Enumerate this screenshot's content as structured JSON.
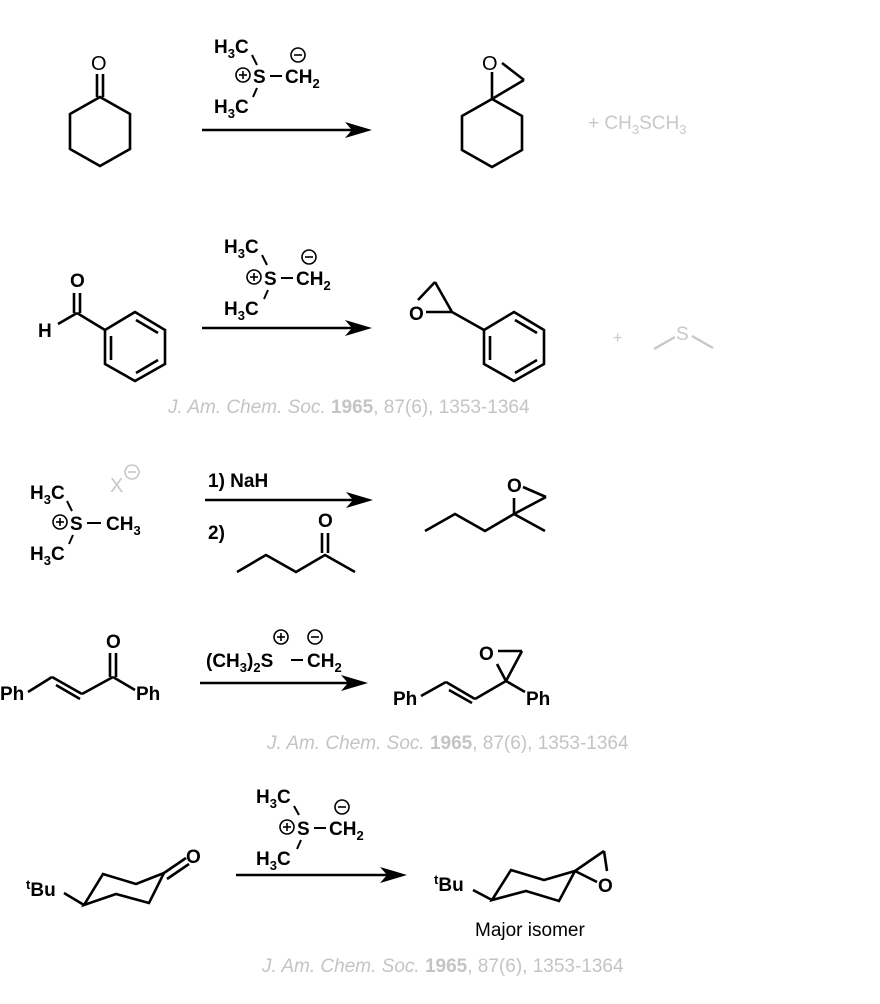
{
  "reactions": [
    {
      "id": 1,
      "reactant": "cyclohexanone",
      "reagent": {
        "top": "H3C",
        "center": "S",
        "ylide": "CH2",
        "bottom": "H3C",
        "plus": "+",
        "minus": "−"
      },
      "product": "1-oxaspiro[2.5]octane",
      "byproduct": {
        "plus": "+",
        "text_parts": [
          "CH",
          "3",
          "SCH",
          "3"
        ]
      }
    },
    {
      "id": 2,
      "reactant": "benzaldehyde",
      "reactant_labels": {
        "O": "O",
        "H": "H"
      },
      "reagent": {
        "top": "H3C",
        "center": "S",
        "ylide": "CH2",
        "bottom": "H3C"
      },
      "product": "styrene oxide",
      "product_labels": {
        "O": "O"
      },
      "byproduct": {
        "plus": "+",
        "S": "S"
      },
      "citation": {
        "journal": "J. Am. Chem. Soc.",
        "year": "1965",
        "rest": ", 87(6), 1353-1364"
      }
    },
    {
      "id": 3,
      "reactant": "trimethylsulfonium salt",
      "reactant_labels": {
        "top": "H3C",
        "S": "S",
        "right": "CH3",
        "bottom": "H3C",
        "counterion": "X"
      },
      "conditions": {
        "step1": "1) NaH",
        "step2": "2)"
      },
      "ketone": "2-pentanone",
      "ketone_labels": {
        "O": "O"
      },
      "product": "2-methyl-2-propyloxirane",
      "product_labels": {
        "O": "O"
      }
    },
    {
      "id": 4,
      "reactant": "chalcone",
      "reactant_labels": {
        "left": "Ph",
        "right": "Ph",
        "O": "O"
      },
      "reagent": {
        "text_a": "(CH",
        "sub_a": "3",
        "text_b": ")",
        "sub_b": "2",
        "text_c": "S",
        "text_d": "−CH",
        "sub_d": "2"
      },
      "product": "vinyl epoxide",
      "product_labels": {
        "left": "Ph",
        "right": "Ph",
        "O": "O"
      },
      "citation": {
        "journal": "J. Am. Chem. Soc.",
        "year": "1965",
        "rest": ", 87(6), 1353-1364"
      }
    },
    {
      "id": 5,
      "reactant": "4-tert-butylcyclohexanone",
      "reactant_labels": {
        "tBu_sup": "t",
        "tBu": "Bu",
        "O": "O"
      },
      "reagent": {
        "top": "H3C",
        "center": "S",
        "ylide": "CH2",
        "bottom": "H3C"
      },
      "product": "spiro epoxide",
      "product_labels": {
        "tBu_sup": "t",
        "tBu": "Bu",
        "O": "O"
      },
      "caption": "Major isomer",
      "citation": {
        "journal": "J. Am. Chem. Soc.",
        "year": "1965",
        "rest": ", 87(6), 1353-1364"
      }
    }
  ]
}
